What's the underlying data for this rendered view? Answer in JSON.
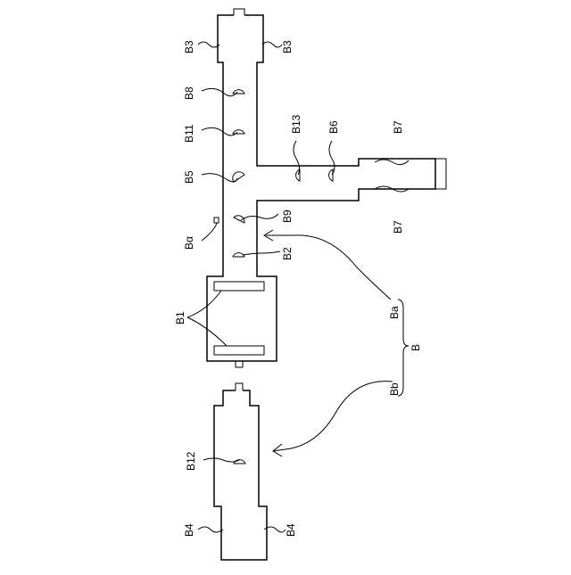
{
  "labels": {
    "b3_left": "B3",
    "b3_right": "B3",
    "b8": "B8",
    "b11": "B11",
    "b13": "B13",
    "b6": "B6",
    "b7_top": "B7",
    "b7_bottom": "B7",
    "b5": "B5",
    "b9": "B9",
    "b_alpha": "Bα",
    "b2": "B2",
    "b1": "B1",
    "ba": "Ba",
    "bb": "Bb",
    "b": "B",
    "b12": "B12",
    "b4_left": "B4",
    "b4_right": "B4"
  }
}
